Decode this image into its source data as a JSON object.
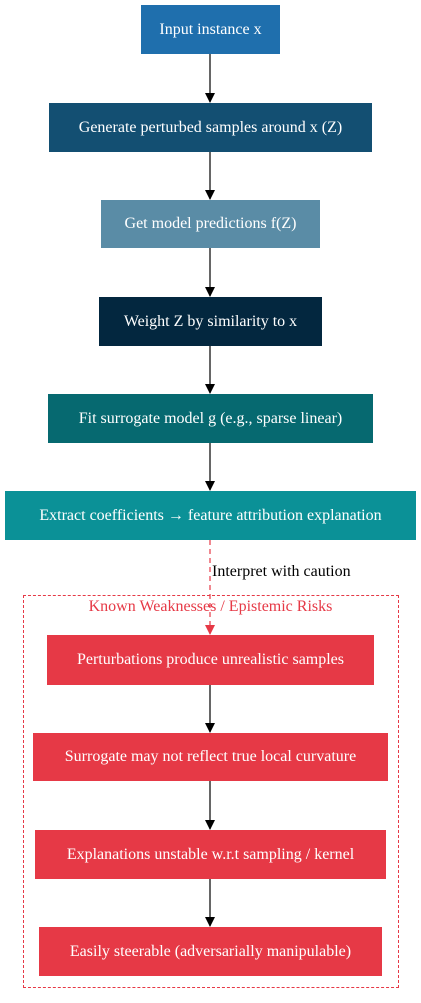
{
  "colors": {
    "input": "#1f6fad",
    "generate": "#134f72",
    "predict": "#5a8ca6",
    "weight": "#03273f",
    "fit": "#066970",
    "extract": "#0b9197",
    "risk": "#e63946"
  },
  "nodes": {
    "input": "Input instance x",
    "generate": "Generate perturbed samples around x (Z)",
    "predict": "Get model predictions f(Z)",
    "weight": "Weight Z by similarity to x",
    "fit": "Fit surrogate model g (e.g., sparse linear)",
    "extract": "Extract coefficients → feature attribution explanation"
  },
  "edge_label": "Interpret with caution",
  "cluster": {
    "title": "Known Weaknesses / Epistemic Risks",
    "risks": [
      "Perturbations produce unrealistic samples",
      "Surrogate may not reflect true local curvature",
      "Explanations unstable w.r.t sampling / kernel",
      "Easily steerable (adversarially manipulable)"
    ]
  }
}
